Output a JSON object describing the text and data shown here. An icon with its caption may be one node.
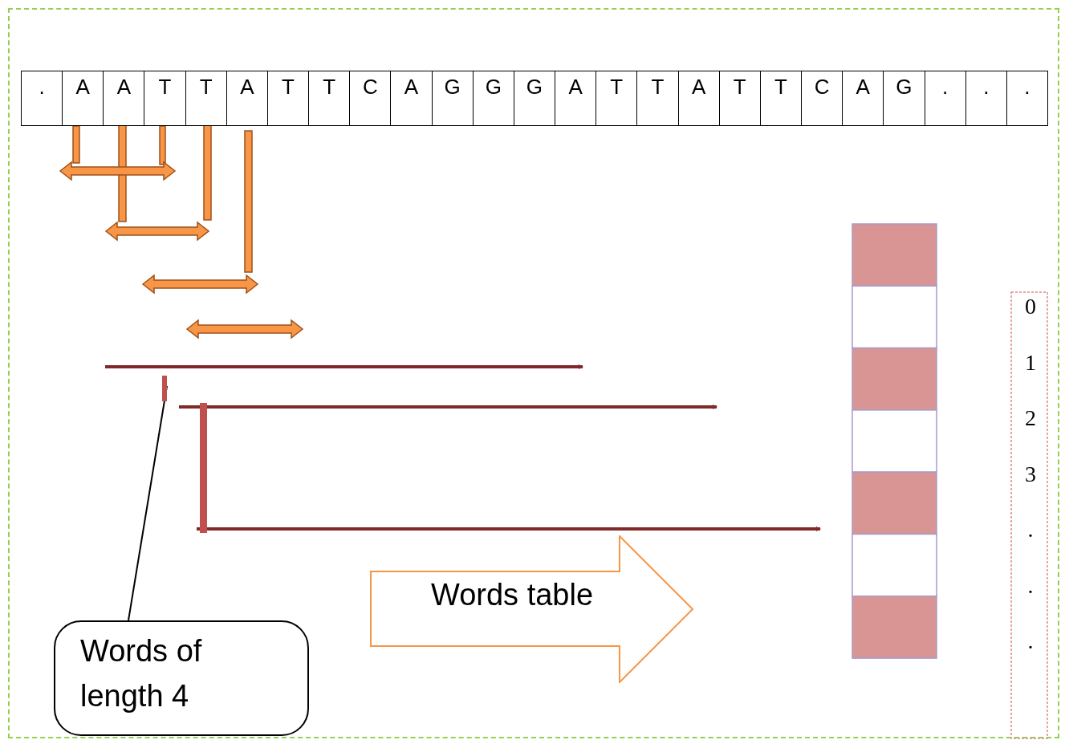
{
  "diagram": {
    "nodes": [
      {
        "text": [
          "Words of length 4"
        ]
      },
      {
        "text": [],
        "shape": "bar"
      },
      {
        "text": [
          "Words table"
        ]
      }
    ],
    "edges": [
      {
        "from": 0,
        "to": 1,
        "arrow": "none"
      }
    ],
    "labels": [
      ".",
      "A",
      "A",
      "T",
      "T",
      "A",
      "T",
      "T",
      "C",
      "A",
      "G",
      "G",
      "G",
      "A",
      "T",
      "T",
      "A",
      "T",
      "T",
      "C",
      "A",
      "G",
      ".",
      ".",
      ".",
      "0",
      "1",
      "2",
      "3",
      ".",
      ".",
      "."
    ]
  }
}
